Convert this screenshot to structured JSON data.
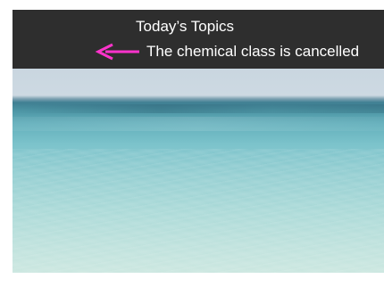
{
  "header": {
    "title": "Today’s Topics"
  },
  "ticker": {
    "text": "The chemical class is cancelled",
    "arrow_icon": "arrow-left-icon",
    "arrow_color": "#ff33cc"
  },
  "colors": {
    "header_background": "#2e2e2e",
    "header_text": "#ffffff"
  },
  "image": {
    "subject": "sea-photo"
  }
}
